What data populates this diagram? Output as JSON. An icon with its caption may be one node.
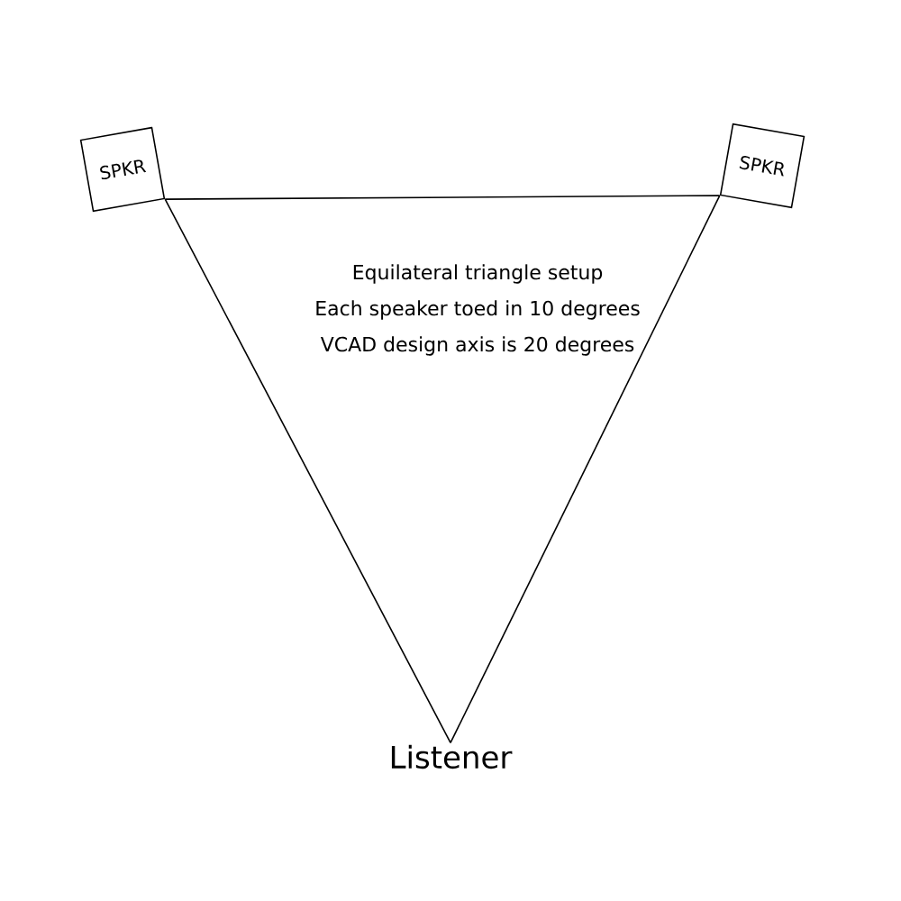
{
  "diagram": {
    "nodes": [
      {
        "text": [
          "SPKR"
        ]
      },
      {
        "text": [
          "SPKR"
        ]
      },
      {
        "text": [
          "Listener"
        ]
      }
    ],
    "edges": [
      {
        "from": 0,
        "to": 1,
        "arrow": "none"
      },
      {
        "from": 0,
        "to": 2,
        "arrow": "none"
      },
      {
        "from": 1,
        "to": 2,
        "arrow": "none"
      }
    ],
    "labels": [
      "Equilateral triangle setup",
      "Each speaker toed in 10 degrees",
      "VCAD design axis is 20 degrees"
    ]
  }
}
